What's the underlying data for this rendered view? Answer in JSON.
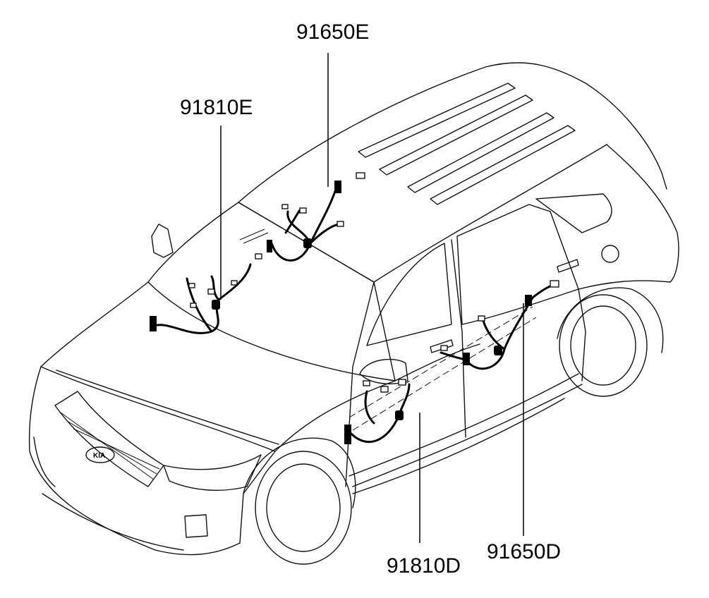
{
  "diagram": {
    "callouts": [
      {
        "id": "91650E",
        "text": "91650E"
      },
      {
        "id": "91810E",
        "text": "91810E"
      },
      {
        "id": "91810D",
        "text": "91810D"
      },
      {
        "id": "91650D",
        "text": "91650D"
      }
    ],
    "emblem_text": "KIA"
  }
}
